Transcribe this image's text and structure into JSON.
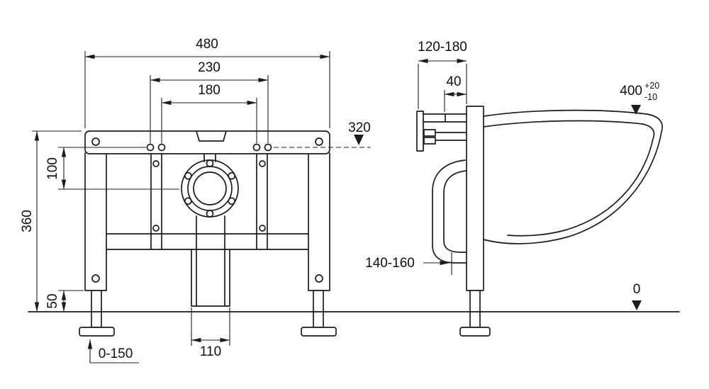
{
  "drawing": {
    "line_color": "#1c1c1e",
    "background": "#ffffff",
    "front_view": {
      "width_overall": "480",
      "width_fixing_outer": "230",
      "width_fixing_inner": "180",
      "level_fixing": "320",
      "height_frame": "360",
      "offset_flange": "100",
      "clearance_legs": "50",
      "foot_adjustment": "0-150",
      "width_outlet": "110"
    },
    "side_view": {
      "depth_frame": "120-180",
      "offset_bracket": "40",
      "seat_height": "400",
      "seat_height_tol_upper": "+20",
      "seat_height_tol_lower": "-10",
      "outlet_distance": "140-160",
      "level_floor": "0"
    }
  }
}
